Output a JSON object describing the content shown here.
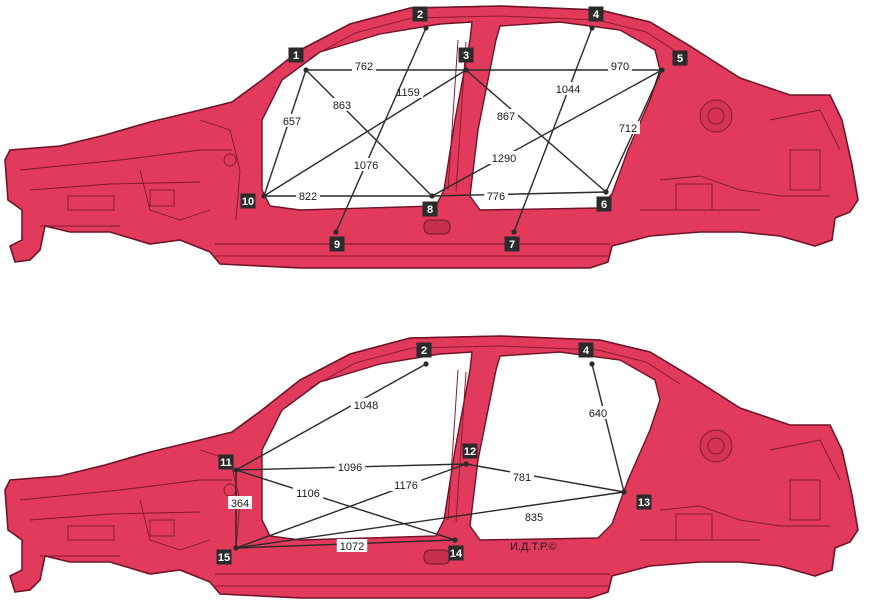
{
  "colors": {
    "body": "#e23a5c",
    "body_dark": "#b42a48",
    "outline": "#6e1426",
    "glass": "#ffffff",
    "dim_line": "#2a2a2a",
    "marker": "#2b2b2b",
    "marker_text": "#ffffff"
  },
  "top": {
    "markers": [
      "1",
      "2",
      "3",
      "4",
      "5",
      "6",
      "7",
      "8",
      "9",
      "10"
    ],
    "dimensions": [
      "762",
      "970",
      "863",
      "657",
      "1159",
      "867",
      "1044",
      "712",
      "1076",
      "1290",
      "822",
      "776"
    ]
  },
  "bottom": {
    "markers": [
      "2",
      "4",
      "11",
      "12",
      "13",
      "14",
      "15"
    ],
    "dimensions": [
      "1048",
      "640",
      "1096",
      "781",
      "364",
      "1106",
      "1176",
      "835",
      "1072"
    ]
  },
  "credit": "И.Д.Т.Р.©"
}
